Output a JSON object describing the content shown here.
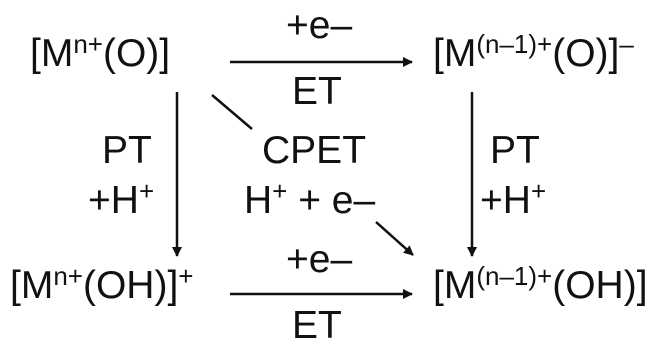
{
  "species": {
    "top_left": {
      "pre": "[M",
      "sup": "n+",
      "post": "(O)]",
      "charge": ""
    },
    "top_right": {
      "pre": "[M",
      "sup": "(n–1)+",
      "post": "(O)]",
      "charge": "–"
    },
    "bottom_left": {
      "pre": "[M",
      "sup": "n+",
      "post": "(OH)]",
      "charge": "+"
    },
    "bottom_right": {
      "pre": "[M",
      "sup": "(n–1)+",
      "post": "(OH)]",
      "charge": ""
    }
  },
  "reactions": {
    "top": {
      "reagent": "+e–",
      "label": "ET"
    },
    "bottom": {
      "reagent": "+e–",
      "label": "ET"
    },
    "left": {
      "label": "PT",
      "reagent_pre": "+H",
      "reagent_sup": "+"
    },
    "right": {
      "label": "PT",
      "reagent_pre": "+H",
      "reagent_sup": "+"
    },
    "diagonal": {
      "label": "CPET",
      "reagent_pre": "H",
      "reagent_sup": "+",
      "reagent_post": " + e–"
    }
  }
}
